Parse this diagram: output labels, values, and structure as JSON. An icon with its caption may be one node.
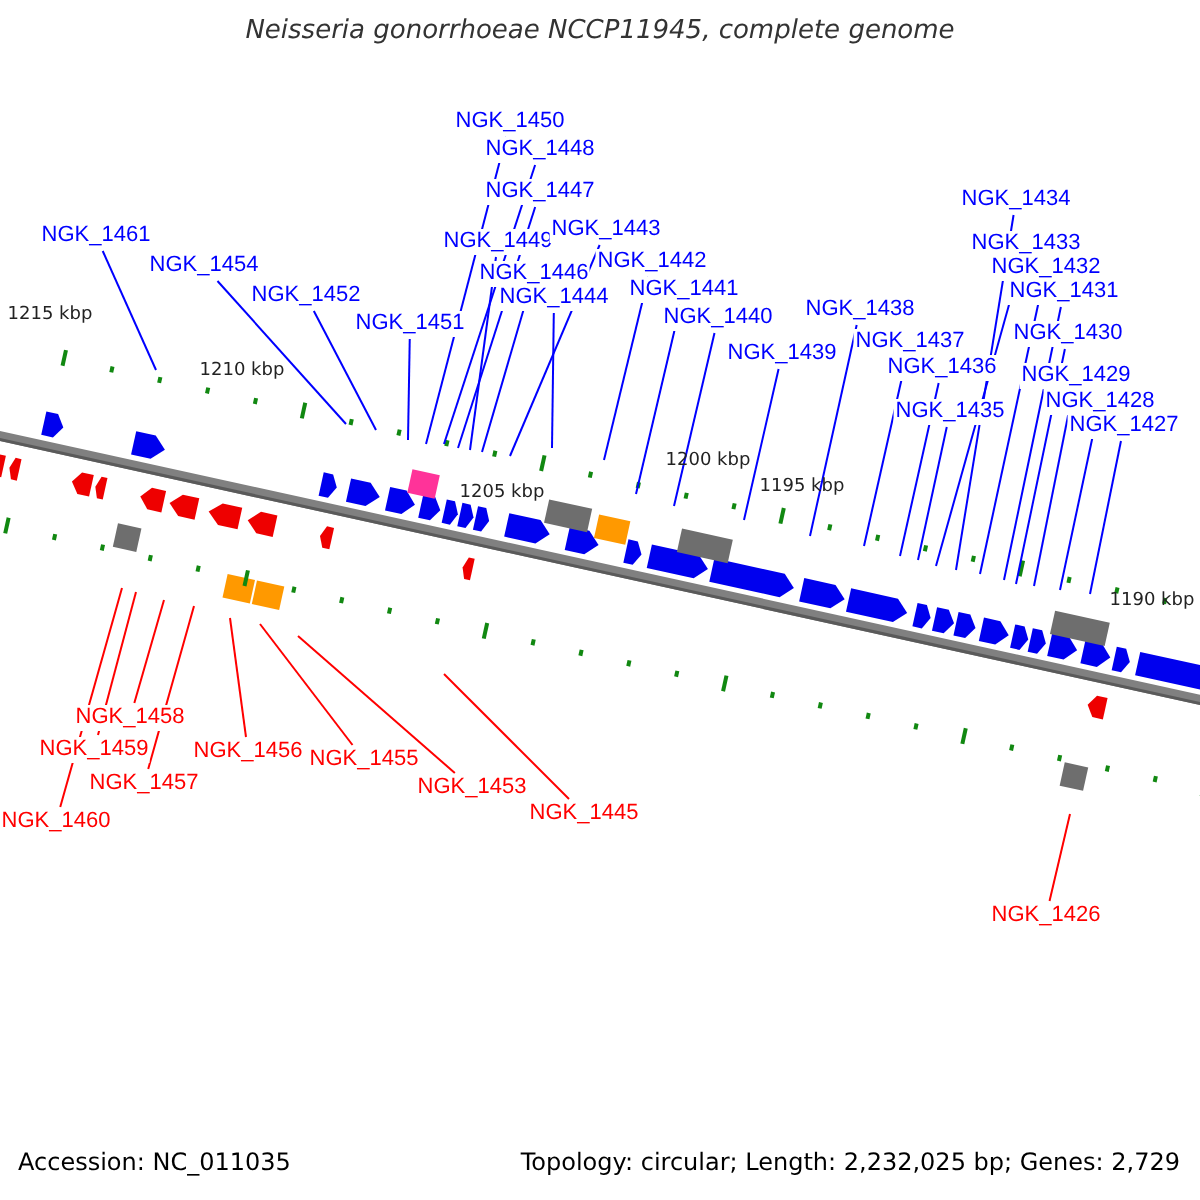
{
  "diagram": {
    "title": "Neisseria gonorrhoeae NCCP11945, complete genome",
    "nodes": [
      {
        "text": [
          "NGK_1461"
        ]
      },
      {
        "text": [
          "NGK_1454"
        ]
      },
      {
        "text": [
          "NGK_1452"
        ]
      },
      {
        "text": [
          "NGK_1451"
        ]
      },
      {
        "text": [
          "NGK_1450"
        ]
      },
      {
        "text": [
          "NGK_1448"
        ]
      },
      {
        "text": [
          "NGK_1447"
        ]
      },
      {
        "text": [
          "NGK_1449"
        ]
      },
      {
        "text": [
          "NGK_1446"
        ]
      },
      {
        "text": [
          "NGK_1443"
        ]
      },
      {
        "text": [
          "NGK_1444"
        ]
      },
      {
        "text": [
          "NGK_1442"
        ]
      },
      {
        "text": [
          "NGK_1441"
        ]
      },
      {
        "text": [
          "NGK_1440"
        ]
      },
      {
        "text": [
          "NGK_1439"
        ]
      },
      {
        "text": [
          "NGK_1438"
        ]
      },
      {
        "text": [
          "NGK_1437"
        ]
      },
      {
        "text": [
          "NGK_1436"
        ]
      },
      {
        "text": [
          "NGK_1435"
        ]
      },
      {
        "text": [
          "NGK_1434"
        ]
      },
      {
        "text": [
          "NGK_1433"
        ]
      },
      {
        "text": [
          "NGK_1432"
        ]
      },
      {
        "text": [
          "NGK_1431"
        ]
      },
      {
        "text": [
          "NGK_1430"
        ]
      },
      {
        "text": [
          "NGK_1429"
        ]
      },
      {
        "text": [
          "NGK_1428"
        ]
      },
      {
        "text": [
          "NGK_1427"
        ]
      },
      {
        "text": [
          "NGK_1458"
        ]
      },
      {
        "text": [
          "NGK_1459"
        ]
      },
      {
        "text": [
          "NGK_1457"
        ]
      },
      {
        "text": [
          "NGK_1460"
        ]
      },
      {
        "text": [
          "NGK_1456"
        ]
      },
      {
        "text": [
          "NGK_1455"
        ]
      },
      {
        "text": [
          "NGK_1453"
        ]
      },
      {
        "text": [
          "NGK_1445"
        ]
      },
      {
        "text": [
          "NGK_1426"
        ]
      }
    ],
    "edges": [
      {
        "from": 0,
        "to": null,
        "arrow": "none"
      },
      {
        "from": 1,
        "to": null,
        "arrow": "none"
      },
      {
        "from": 2,
        "to": null,
        "arrow": "none"
      },
      {
        "from": 3,
        "to": null,
        "arrow": "none"
      },
      {
        "from": 4,
        "to": null,
        "arrow": "none"
      },
      {
        "from": 5,
        "to": null,
        "arrow": "none"
      },
      {
        "from": 6,
        "to": null,
        "arrow": "none"
      },
      {
        "from": 7,
        "to": null,
        "arrow": "none"
      },
      {
        "from": 8,
        "to": null,
        "arrow": "none"
      },
      {
        "from": 9,
        "to": null,
        "arrow": "none"
      },
      {
        "from": 10,
        "to": null,
        "arrow": "none"
      },
      {
        "from": 11,
        "to": null,
        "arrow": "none"
      },
      {
        "from": 12,
        "to": null,
        "arrow": "none"
      },
      {
        "from": 13,
        "to": null,
        "arrow": "none"
      },
      {
        "from": 14,
        "to": null,
        "arrow": "none"
      },
      {
        "from": 15,
        "to": null,
        "arrow": "none"
      },
      {
        "from": 16,
        "to": null,
        "arrow": "none"
      },
      {
        "from": 17,
        "to": null,
        "arrow": "none"
      },
      {
        "from": 18,
        "to": null,
        "arrow": "none"
      },
      {
        "from": 19,
        "to": null,
        "arrow": "none"
      },
      {
        "from": 20,
        "to": null,
        "arrow": "none"
      },
      {
        "from": 21,
        "to": null,
        "arrow": "none"
      },
      {
        "from": 22,
        "to": null,
        "arrow": "none"
      },
      {
        "from": 23,
        "to": null,
        "arrow": "none"
      },
      {
        "from": 24,
        "to": null,
        "arrow": "none"
      },
      {
        "from": 25,
        "to": null,
        "arrow": "none"
      },
      {
        "from": 26,
        "to": null,
        "arrow": "none"
      },
      {
        "from": 27,
        "to": null,
        "arrow": "none",
        "color": "#ff0000"
      },
      {
        "from": 28,
        "to": null,
        "arrow": "none",
        "color": "#ff0000"
      },
      {
        "from": 29,
        "to": null,
        "arrow": "none",
        "color": "#ff0000"
      },
      {
        "from": 30,
        "to": null,
        "arrow": "none",
        "color": "#ff0000"
      },
      {
        "from": 31,
        "to": null,
        "arrow": "none",
        "color": "#ff0000"
      },
      {
        "from": 32,
        "to": null,
        "arrow": "none",
        "color": "#ff0000"
      },
      {
        "from": 33,
        "to": null,
        "arrow": "none",
        "color": "#ff0000"
      },
      {
        "from": 34,
        "to": null,
        "arrow": "none",
        "color": "#ff0000"
      },
      {
        "from": 35,
        "to": null,
        "arrow": "none",
        "color": "#ff0000"
      }
    ],
    "labels": [
      "1215 kbp",
      "1210 kbp",
      "1205 kbp",
      "1200 kbp",
      "1195 kbp",
      "1190 kbp",
      "Accession: NC_011035",
      "Topology: circular; Length: 2,232,025 bp; Genes: 2,729"
    ]
  }
}
